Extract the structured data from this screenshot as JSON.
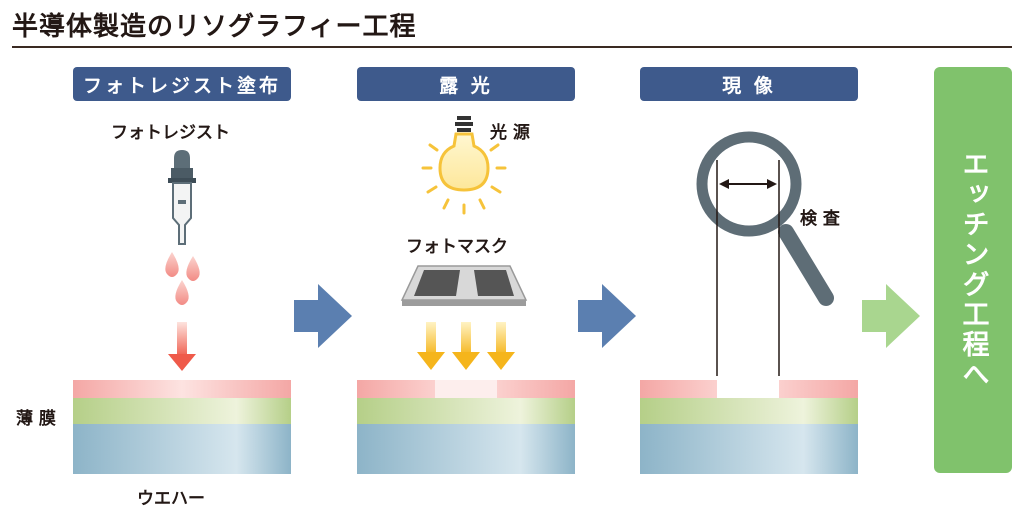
{
  "title": "半導体製造のリソグラフィー工程",
  "steps": [
    {
      "label": "フォトレジスト塗布"
    },
    {
      "label": "露 光"
    },
    {
      "label": "現 像"
    }
  ],
  "labels": {
    "photoresist": "フォトレジスト",
    "light_source": "光 源",
    "photomask": "フォトマスク",
    "inspection": "検 査",
    "thin_film": "薄 膜",
    "wafer": "ウエハー"
  },
  "final_step": "エッチング工程へ",
  "colors": {
    "step_header": "#3e5a8c",
    "flow_arrow": "#5b7fb0",
    "final_arrow": "#a9d68f",
    "final_box": "#80c26c",
    "photoresist_layer": "#f29c9c",
    "thin_film_layer": "#b7d08a",
    "wafer_layer": "#8fb5c9",
    "light": "#f6c33a"
  },
  "icons": [
    "dropper-icon",
    "drop-icon",
    "light-bulb-icon",
    "photomask-icon",
    "magnifier-icon"
  ]
}
